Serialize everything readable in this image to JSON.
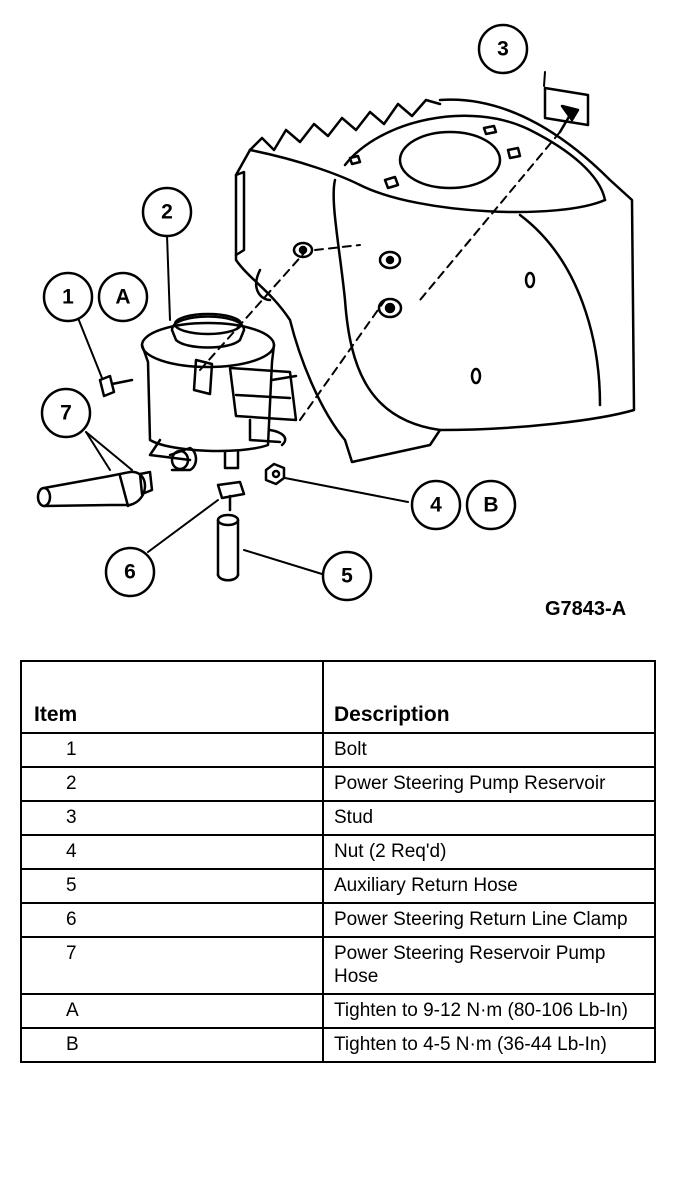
{
  "figure": {
    "code": "G7843-A",
    "callouts": [
      "1",
      "2",
      "3",
      "4",
      "5",
      "6",
      "7"
    ],
    "torque_refs": [
      "A",
      "B"
    ]
  },
  "table": {
    "headers": {
      "item": "Item",
      "description": "Description"
    },
    "rows": [
      {
        "item": "1",
        "description": "Bolt"
      },
      {
        "item": "2",
        "description": "Power Steering Pump Reservoir"
      },
      {
        "item": "3",
        "description": "Stud"
      },
      {
        "item": "4",
        "description": "Nut (2 Req'd)"
      },
      {
        "item": "5",
        "description": "Auxiliary Return Hose"
      },
      {
        "item": "6",
        "description": "Power Steering Return Line Clamp"
      },
      {
        "item": "7",
        "description": "Power Steering Reservoir Pump Hose"
      },
      {
        "item": "A",
        "description": "Tighten to 9-12 N·m (80-106 Lb-In)"
      },
      {
        "item": "B",
        "description": "Tighten to 4-5 N·m (36-44 Lb-In)"
      }
    ]
  }
}
